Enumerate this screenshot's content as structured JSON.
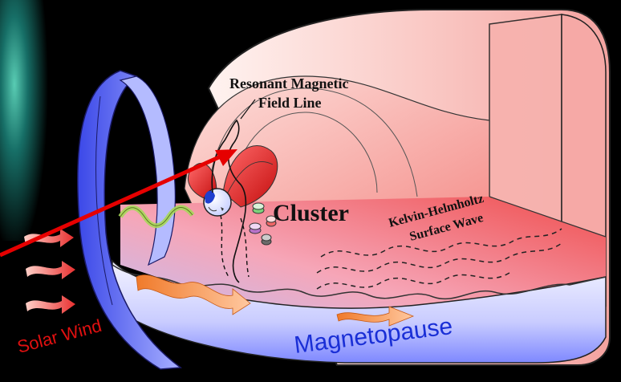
{
  "labels": {
    "resonant_line1": "Resonant Magnetic",
    "resonant_line2": "Field Line",
    "cluster": "Cluster",
    "kh_line1": "Kelvin-Helmholtz",
    "kh_line2": "Surface Wave",
    "solar_wind": "Solar Wind",
    "magnetopause": "Magnetopause"
  },
  "colors": {
    "background": "#000000",
    "pointer_arrow": "#e60000",
    "solar_wind_text": "#e01010",
    "magnetopause_text": "#1a2fd6",
    "sheath_blue": "#6f7bff",
    "cavity_pink": "#f7b7b7",
    "floor_red": "#f05a5a",
    "lobe_red": "#e32222",
    "earth_blue": "#1f3fcf",
    "wave_green": "#b8e06a"
  },
  "icons": {
    "earth": "earth-globe-icon",
    "spacecraft": "cluster-spacecraft-icon"
  }
}
